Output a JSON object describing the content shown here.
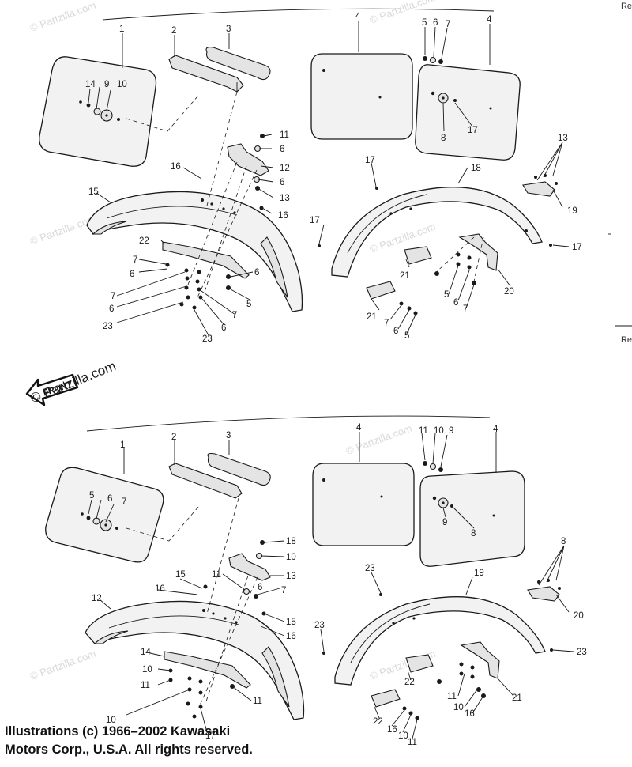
{
  "diagram": {
    "front_label": "FRONT",
    "watermark": "© Partzilla.com",
    "faint_watermark": "© Partzilla.com",
    "copyright_line1": "Illustrations (c) 1966–2002 Kawasaki",
    "copyright_line2": "Motors Corp., U.S.A.  All rights reserved.",
    "edge_text_top": "Re",
    "edge_text_mid": "Re",
    "top_callouts": [
      "1",
      "2",
      "3",
      "4",
      "4",
      "5",
      "6",
      "7",
      "14",
      "9",
      "10",
      "11",
      "6",
      "12",
      "6",
      "13",
      "16",
      "15",
      "16",
      "17",
      "18",
      "13",
      "19",
      "17",
      "17",
      "22",
      "7",
      "6",
      "7",
      "6",
      "23",
      "6",
      "5",
      "7",
      "6",
      "23",
      "21",
      "21",
      "7",
      "6",
      "5",
      "5",
      "6",
      "7",
      "20",
      "8",
      "17"
    ],
    "bottom_callouts": [
      "1",
      "2",
      "3",
      "4",
      "4",
      "11",
      "10",
      "9",
      "5",
      "6",
      "7",
      "9",
      "8",
      "18",
      "10",
      "13",
      "15",
      "16",
      "11",
      "7",
      "12",
      "6",
      "15",
      "16",
      "23",
      "19",
      "8",
      "20",
      "23",
      "23",
      "14",
      "10",
      "11",
      "10",
      "11",
      "22",
      "22",
      "21",
      "11",
      "10",
      "16",
      "10",
      "11",
      "16",
      "17"
    ]
  }
}
